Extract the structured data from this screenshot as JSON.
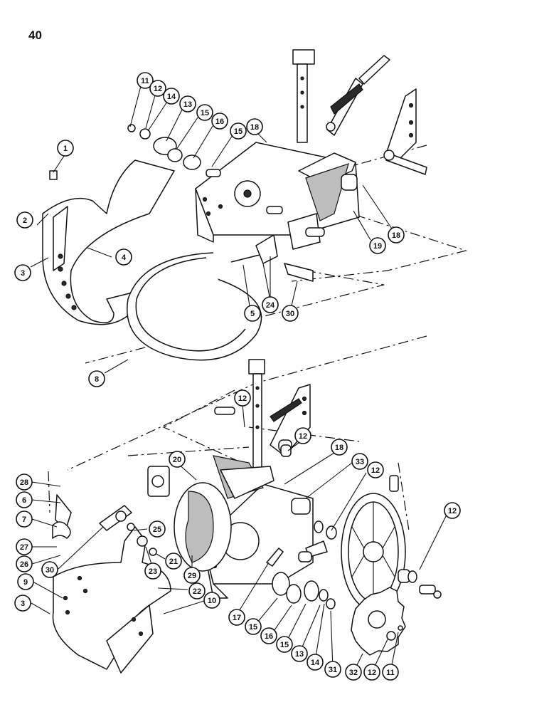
{
  "page": {
    "number": "40"
  },
  "callouts": [
    {
      "label": "1",
      "key": "c1a"
    },
    {
      "label": "2",
      "key": "c2a"
    },
    {
      "label": "3",
      "key": "c3a"
    },
    {
      "label": "4",
      "key": "c4a"
    },
    {
      "label": "5",
      "key": "c5a"
    },
    {
      "label": "8",
      "key": "c8a"
    },
    {
      "label": "11",
      "key": "c11a"
    },
    {
      "label": "12",
      "key": "c12a"
    },
    {
      "label": "14",
      "key": "c14a"
    },
    {
      "label": "13",
      "key": "c13a"
    },
    {
      "label": "15",
      "key": "c15a"
    },
    {
      "label": "16",
      "key": "c16a"
    },
    {
      "label": "15",
      "key": "c15b"
    },
    {
      "label": "18",
      "key": "c18a"
    },
    {
      "label": "19",
      "key": "c19a"
    },
    {
      "label": "18",
      "key": "c18b"
    },
    {
      "label": "24",
      "key": "c24a"
    },
    {
      "label": "30",
      "key": "c30a"
    },
    {
      "label": "12",
      "key": "c12b"
    },
    {
      "label": "12",
      "key": "c12c"
    },
    {
      "label": "18",
      "key": "c18c"
    },
    {
      "label": "33",
      "key": "c33a"
    },
    {
      "label": "12",
      "key": "c12d"
    },
    {
      "label": "12",
      "key": "c12e"
    },
    {
      "label": "20",
      "key": "c20a"
    },
    {
      "label": "28",
      "key": "c28a"
    },
    {
      "label": "6",
      "key": "c6a"
    },
    {
      "label": "7",
      "key": "c7a"
    },
    {
      "label": "27",
      "key": "c27a"
    },
    {
      "label": "26",
      "key": "c26a"
    },
    {
      "label": "25",
      "key": "c25a"
    },
    {
      "label": "30",
      "key": "c30b"
    },
    {
      "label": "21",
      "key": "c21a"
    },
    {
      "label": "23",
      "key": "c23a"
    },
    {
      "label": "29",
      "key": "c29a"
    },
    {
      "label": "9",
      "key": "c9a"
    },
    {
      "label": "22",
      "key": "c22a"
    },
    {
      "label": "10",
      "key": "c10a"
    },
    {
      "label": "3",
      "key": "c3b"
    },
    {
      "label": "17",
      "key": "c17a"
    },
    {
      "label": "15",
      "key": "c15c"
    },
    {
      "label": "16",
      "key": "c16b"
    },
    {
      "label": "15",
      "key": "c15d"
    },
    {
      "label": "13",
      "key": "c13b"
    },
    {
      "label": "14",
      "key": "c14b"
    },
    {
      "label": "31",
      "key": "c31a"
    },
    {
      "label": "32",
      "key": "c32a"
    },
    {
      "label": "12",
      "key": "c12f"
    },
    {
      "label": "11",
      "key": "c11b"
    }
  ]
}
